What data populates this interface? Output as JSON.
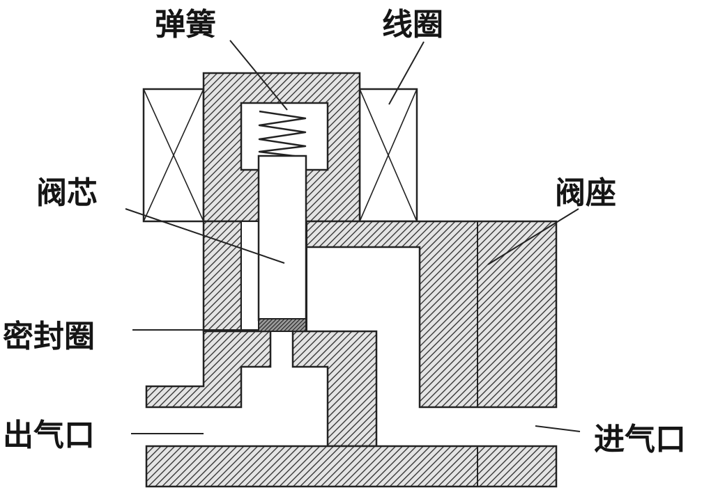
{
  "labels": {
    "spring": "弹簧",
    "coil": "线圈",
    "valve_core": "阀芯",
    "valve_seat": "阀座",
    "seal_ring": "密封圈",
    "outlet": "出气口",
    "inlet": "进气口"
  },
  "colors": {
    "hatch_line": "#2b2b2b",
    "hatch_fill": "#e4e4e4",
    "outline": "#222222",
    "seal_dark": "#3a3a3a"
  }
}
